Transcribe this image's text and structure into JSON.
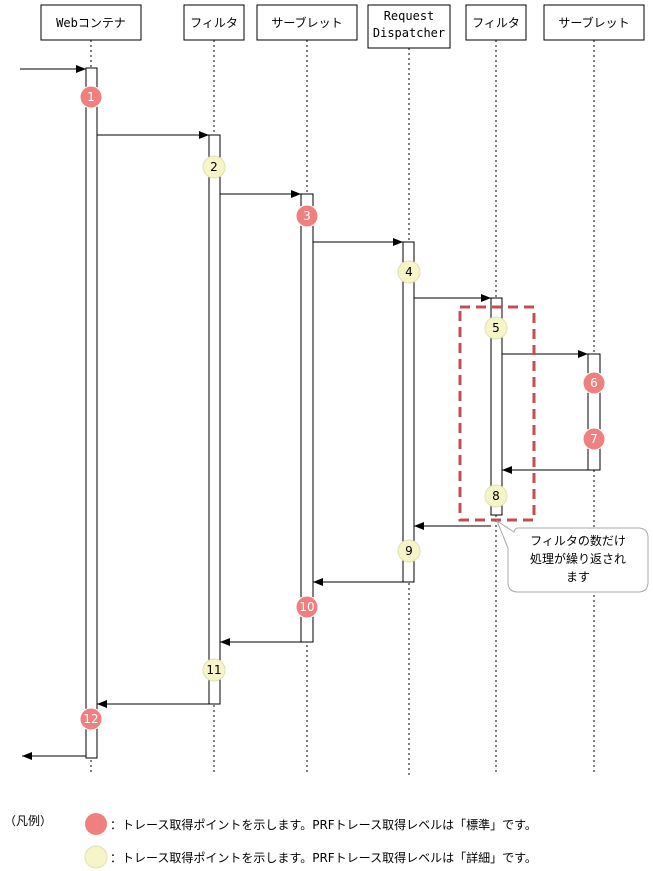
{
  "participants": [
    {
      "id": "webcontainer",
      "lines": [
        "Webコンテナ"
      ]
    },
    {
      "id": "filter1",
      "lines": [
        "フィルタ"
      ]
    },
    {
      "id": "servlet1",
      "lines": [
        "サーブレット"
      ]
    },
    {
      "id": "dispatcher",
      "lines": [
        "Request",
        "Dispatcher"
      ]
    },
    {
      "id": "filter2",
      "lines": [
        "フィルタ"
      ]
    },
    {
      "id": "servlet2",
      "lines": [
        "サーブレット"
      ]
    }
  ],
  "trace_points": [
    {
      "label": "1",
      "level": "standard"
    },
    {
      "label": "2",
      "level": "detail"
    },
    {
      "label": "3",
      "level": "standard"
    },
    {
      "label": "4",
      "level": "detail"
    },
    {
      "label": "5",
      "level": "detail"
    },
    {
      "label": "6",
      "level": "standard"
    },
    {
      "label": "7",
      "level": "standard"
    },
    {
      "label": "8",
      "level": "detail"
    },
    {
      "label": "9",
      "level": "detail"
    },
    {
      "label": "10",
      "level": "standard"
    },
    {
      "label": "11",
      "level": "detail"
    },
    {
      "label": "12",
      "level": "standard"
    }
  ],
  "callout": {
    "lines": [
      "フィルタの数だけ",
      "処理が繰り返され",
      "ます"
    ]
  },
  "legend": {
    "title": "（凡例）",
    "standard": "：トレース取得ポイントを示します。PRFトレース取得レベルは「標準」です。",
    "detail": "：トレース取得ポイントを示します。PRFトレース取得レベルは「詳細」です。"
  },
  "colors": {
    "standard_fill": "#f08080",
    "detail_fill": "#f5f5c8",
    "dashed_box": "#c0504d",
    "line": "#000000"
  }
}
